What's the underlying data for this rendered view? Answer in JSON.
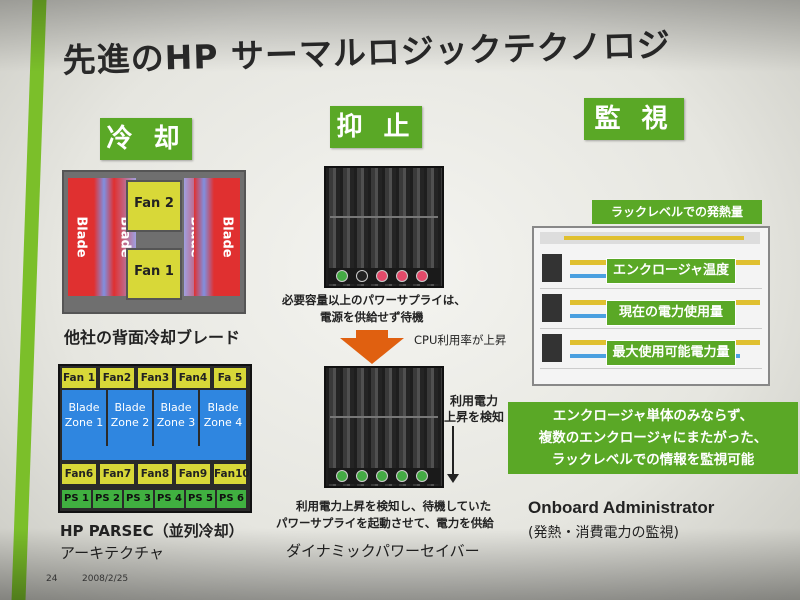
{
  "slide": {
    "title": "先進のHP サーマルロジックテクノロジ",
    "headers": {
      "cooling": "冷 却",
      "suppression": "抑 止",
      "monitoring": "監 視"
    },
    "cooling": {
      "blade_label": "Blade",
      "fan_top": "Fan 2",
      "fan_bottom": "Fan 1",
      "caption": "他社の背面冷却ブレード",
      "parsec": {
        "fans_top": [
          "Fan 1",
          "Fan2",
          "Fan3",
          "Fan4",
          "Fa 5"
        ],
        "zones": [
          [
            "Blade",
            "Zone 1"
          ],
          [
            "Blade",
            "Zone 2"
          ],
          [
            "Blade",
            "Zone 3"
          ],
          [
            "Blade",
            "Zone 4"
          ]
        ],
        "fans_bottom": [
          "Fan6",
          "Fan7",
          "Fan8",
          "Fan9",
          "Fan10"
        ],
        "power_supplies": [
          "PS 1",
          "PS 2",
          "PS 3",
          "PS 4",
          "PS 5",
          "PS 6"
        ]
      },
      "parsec_caption_1": "HP PARSEC（並列冷却）",
      "parsec_caption_2": "アーキテクチャ"
    },
    "suppression": {
      "text_1a": "必要容量以上のパワーサプライは、",
      "text_1b": "電源を供給せず待機",
      "cpu_note": "CPU利用率が上昇",
      "detect_a": "利用電力",
      "detect_b": "上昇を検知",
      "text_2a": "利用電力上昇を検知し、待機していた",
      "text_2b": "パワーサプライを起動させて、電力を供給",
      "caption": "ダイナミックパワーセイバー"
    },
    "monitoring": {
      "rack_header": "ラックレベルでの発熱量",
      "tags": [
        "エンクロージャ温度",
        "現在の電力使用量",
        "最大使用可能電力量"
      ],
      "box_lines": [
        "エンクロージャ単体のみならず、",
        "複数のエンクロージャにまたがった、",
        "ラックレベルでの情報を監視可能"
      ],
      "caption_1": "Onboard Administrator",
      "caption_2": "(発熱・消費電力の監視)"
    },
    "footer": {
      "page": "24",
      "date": "2008/2/25"
    }
  }
}
